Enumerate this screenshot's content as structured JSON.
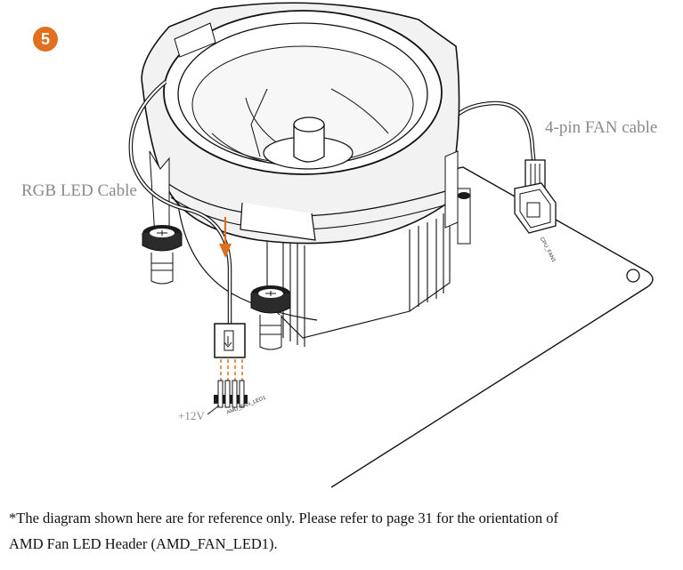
{
  "step": {
    "number": "5"
  },
  "labels": {
    "fan_cable": "4-pin FAN cable",
    "rgb_cable": "RGB LED Cable",
    "voltage": "+12V",
    "fan_header": "CPU_FAN1",
    "led_header": "AMD_FAN_LED1"
  },
  "note": {
    "line1": "*The diagram shown here are for reference only. Please refer to page 31 for the orientation of",
    "line2": "AMD Fan LED Header (AMD_FAN_LED1)."
  },
  "colors": {
    "accent": "#e0701f",
    "line": "#111111",
    "label": "#8a8a8a"
  }
}
